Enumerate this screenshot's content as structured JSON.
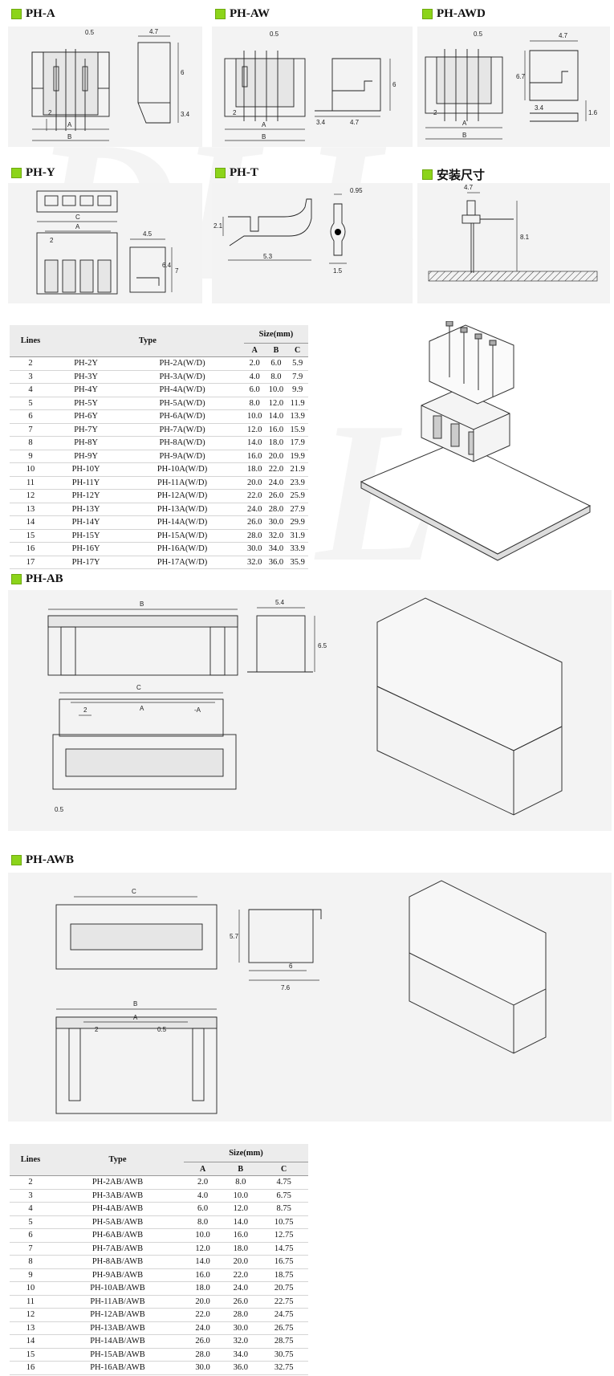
{
  "sections": {
    "ph_a": "PH-A",
    "ph_aw": "PH-AW",
    "ph_awd": "PH-AWD",
    "ph_y": "PH-Y",
    "ph_t": "PH-T",
    "mount": "安装尺寸",
    "ph_ab": "PH-AB",
    "ph_awb": "PH-AWB"
  },
  "watermark": "DLL",
  "dims": {
    "a_05": "0.5",
    "a_47": "4.7",
    "a_6": "6",
    "a_34": "3.4",
    "a_2": "2",
    "a_A": "A",
    "a_B": "B",
    "aw_05": "0.5",
    "aw_6": "6",
    "aw_34": "3.4",
    "aw_47": "4.7",
    "aw_2": "2",
    "aw_A": "A",
    "aw_B": "B",
    "awd_05": "0.5",
    "awd_47": "4.7",
    "awd_67": "6.7",
    "awd_34": "3.4",
    "awd_16": "1.6",
    "awd_2": "2",
    "awd_A": "A",
    "awd_B": "B",
    "y_C": "C",
    "y_A": "A",
    "y_2": "2",
    "y_45": "4.5",
    "y_64": "6.4",
    "y_7": "7",
    "t_095": "0.95",
    "t_21": "2.1",
    "t_53": "5.3",
    "t_15": "1.5",
    "m_47": "4.7",
    "m_81": "8.1",
    "ab_B": "B",
    "ab_54": "5.4",
    "ab_65": "6.5",
    "ab_C": "C",
    "ab_A": "A",
    "ab_2": "2",
    "ab_mA": "-A",
    "ab_05": "0.5",
    "awb_C": "C",
    "awb_57": "5.7",
    "awb_6": "6",
    "awb_76": "7.6",
    "awb_B": "B",
    "awb_A": "A",
    "awb_2": "2",
    "awb_05": "0.5"
  },
  "table1": {
    "h_lines": "Lines",
    "h_type": "Type",
    "h_size": "Size(mm)",
    "h_a": "A",
    "h_b": "B",
    "h_c": "C",
    "rows": [
      [
        "2",
        "PH-2Y",
        "PH-2A(W/D)",
        "2.0",
        "6.0",
        "5.9"
      ],
      [
        "3",
        "PH-3Y",
        "PH-3A(W/D)",
        "4.0",
        "8.0",
        "7.9"
      ],
      [
        "4",
        "PH-4Y",
        "PH-4A(W/D)",
        "6.0",
        "10.0",
        "9.9"
      ],
      [
        "5",
        "PH-5Y",
        "PH-5A(W/D)",
        "8.0",
        "12.0",
        "11.9"
      ],
      [
        "6",
        "PH-6Y",
        "PH-6A(W/D)",
        "10.0",
        "14.0",
        "13.9"
      ],
      [
        "7",
        "PH-7Y",
        "PH-7A(W/D)",
        "12.0",
        "16.0",
        "15.9"
      ],
      [
        "8",
        "PH-8Y",
        "PH-8A(W/D)",
        "14.0",
        "18.0",
        "17.9"
      ],
      [
        "9",
        "PH-9Y",
        "PH-9A(W/D)",
        "16.0",
        "20.0",
        "19.9"
      ],
      [
        "10",
        "PH-10Y",
        "PH-10A(W/D)",
        "18.0",
        "22.0",
        "21.9"
      ],
      [
        "11",
        "PH-11Y",
        "PH-11A(W/D)",
        "20.0",
        "24.0",
        "23.9"
      ],
      [
        "12",
        "PH-12Y",
        "PH-12A(W/D)",
        "22.0",
        "26.0",
        "25.9"
      ],
      [
        "13",
        "PH-13Y",
        "PH-13A(W/D)",
        "24.0",
        "28.0",
        "27.9"
      ],
      [
        "14",
        "PH-14Y",
        "PH-14A(W/D)",
        "26.0",
        "30.0",
        "29.9"
      ],
      [
        "15",
        "PH-15Y",
        "PH-15A(W/D)",
        "28.0",
        "32.0",
        "31.9"
      ],
      [
        "16",
        "PH-16Y",
        "PH-16A(W/D)",
        "30.0",
        "34.0",
        "33.9"
      ],
      [
        "17",
        "PH-17Y",
        "PH-17A(W/D)",
        "32.0",
        "36.0",
        "35.9"
      ]
    ]
  },
  "table2": {
    "h_lines": "Lines",
    "h_type": "Type",
    "h_size": "Size(mm)",
    "h_a": "A",
    "h_b": "B",
    "h_c": "C",
    "rows": [
      [
        "2",
        "PH-2AB/AWB",
        "2.0",
        "8.0",
        "4.75"
      ],
      [
        "3",
        "PH-3AB/AWB",
        "4.0",
        "10.0",
        "6.75"
      ],
      [
        "4",
        "PH-4AB/AWB",
        "6.0",
        "12.0",
        "8.75"
      ],
      [
        "5",
        "PH-5AB/AWB",
        "8.0",
        "14.0",
        "10.75"
      ],
      [
        "6",
        "PH-6AB/AWB",
        "10.0",
        "16.0",
        "12.75"
      ],
      [
        "7",
        "PH-7AB/AWB",
        "12.0",
        "18.0",
        "14.75"
      ],
      [
        "8",
        "PH-8AB/AWB",
        "14.0",
        "20.0",
        "16.75"
      ],
      [
        "9",
        "PH-9AB/AWB",
        "16.0",
        "22.0",
        "18.75"
      ],
      [
        "10",
        "PH-10AB/AWB",
        "18.0",
        "24.0",
        "20.75"
      ],
      [
        "11",
        "PH-11AB/AWB",
        "20.0",
        "26.0",
        "22.75"
      ],
      [
        "12",
        "PH-12AB/AWB",
        "22.0",
        "28.0",
        "24.75"
      ],
      [
        "13",
        "PH-13AB/AWB",
        "24.0",
        "30.0",
        "26.75"
      ],
      [
        "14",
        "PH-14AB/AWB",
        "26.0",
        "32.0",
        "28.75"
      ],
      [
        "15",
        "PH-15AB/AWB",
        "28.0",
        "34.0",
        "30.75"
      ],
      [
        "16",
        "PH-16AB/AWB",
        "30.0",
        "36.0",
        "32.75"
      ]
    ]
  }
}
